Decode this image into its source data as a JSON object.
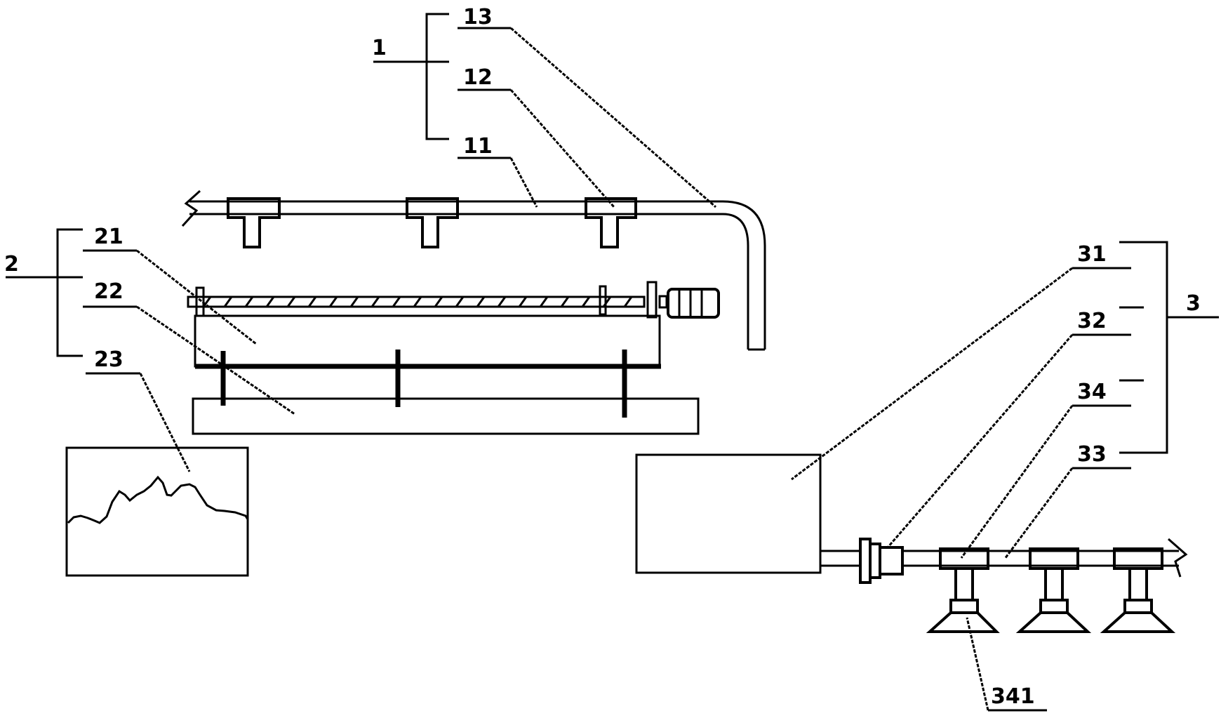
{
  "labels": {
    "group_1": "1",
    "group_2": "2",
    "group_3": "3",
    "p11": "11",
    "p12": "12",
    "p13": "13",
    "p21": "21",
    "p22": "22",
    "p23": "23",
    "p31": "31",
    "p32": "32",
    "p33": "33",
    "p34": "34",
    "p341": "341"
  }
}
